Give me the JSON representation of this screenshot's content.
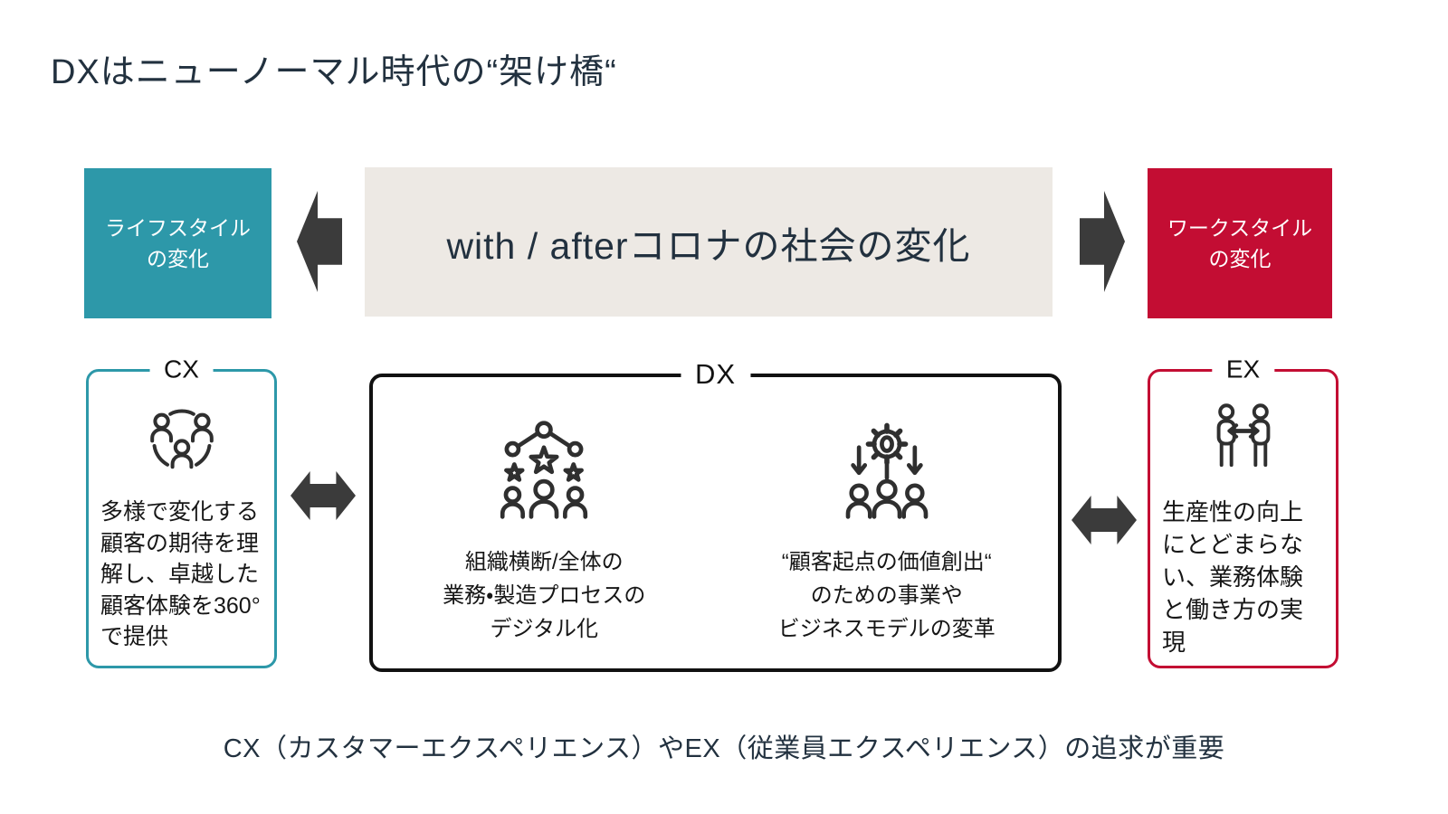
{
  "title": "DXはニューノーマル時代の“架け橋“",
  "colors": {
    "teal": "#2D98A9",
    "red": "#C30D33",
    "arrow_dark": "#3B3B3B",
    "center_band_bg": "#EDE9E4",
    "heading_text": "#22313F"
  },
  "top_row": {
    "lifestyle_box": {
      "label": "ライフスタイル\nの変化"
    },
    "center_box": {
      "label": "with / afterコロナの社会の変化"
    },
    "workstyle_box": {
      "label": "ワークスタイル\nの変化"
    }
  },
  "cx_box": {
    "label": "CX",
    "icon": "people-network-icon",
    "text": "多様で変化する\n顧客の期待を理\n解し、卓越した\n顧客体験を360°\nで提供"
  },
  "dx_box": {
    "label": "DX",
    "items": [
      {
        "icon": "people-stars-icon",
        "text": "組織横断/全体の\n業務・製造プロセスの\nデジタル化"
      },
      {
        "icon": "gear-people-icon",
        "text": "“顧客起点の価値創出“\nのための事業や\nビジネスモデルの変革"
      }
    ]
  },
  "ex_box": {
    "label": "EX",
    "icon": "people-exchange-icon",
    "text": "生産性の向上\nにとどまらな\nい、業務体験\nと働き方の実\n現"
  },
  "footer": "CX（カスタマーエクスペリエンス）やEX（従業員エクスペリエンス）の追求が重要"
}
